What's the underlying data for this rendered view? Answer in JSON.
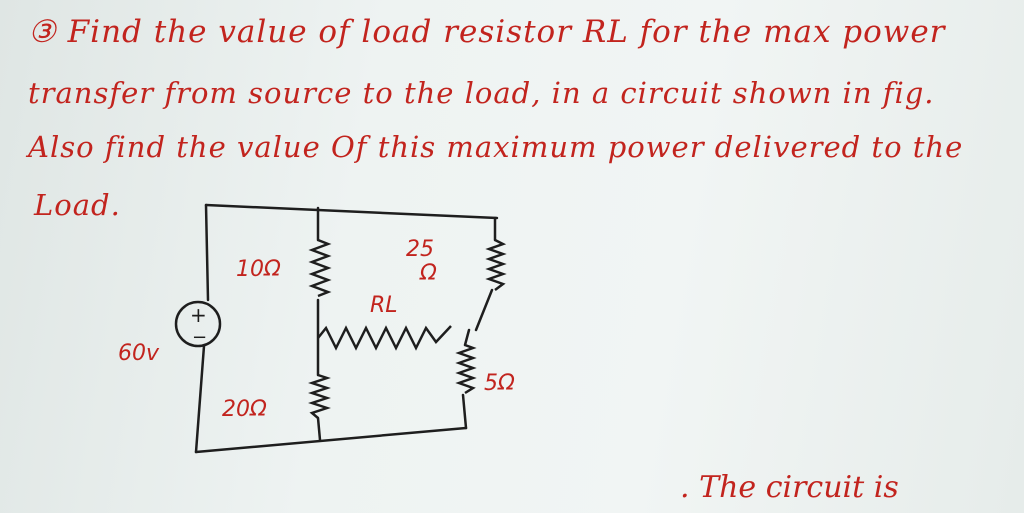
{
  "problem": {
    "line1": "③ Find the value of load resistor RL for the max power",
    "line2": "transfer from source to the load, in a circuit shown in fig.",
    "line3": "Also find the value Of this maximum power delivered to the",
    "line4": "Load."
  },
  "circuit": {
    "source_voltage": "60v",
    "source_plus": "+",
    "source_minus": "−",
    "r1": "10Ω",
    "r2": "25",
    "r2_unit": "Ω",
    "r3": "20Ω",
    "r4": "5Ω",
    "rl": "RL"
  },
  "bottom_note": ". The circuit is",
  "colors": {
    "ink": "#c2241e",
    "wire": "#1e1e1e",
    "paper": "#eef3f2"
  }
}
